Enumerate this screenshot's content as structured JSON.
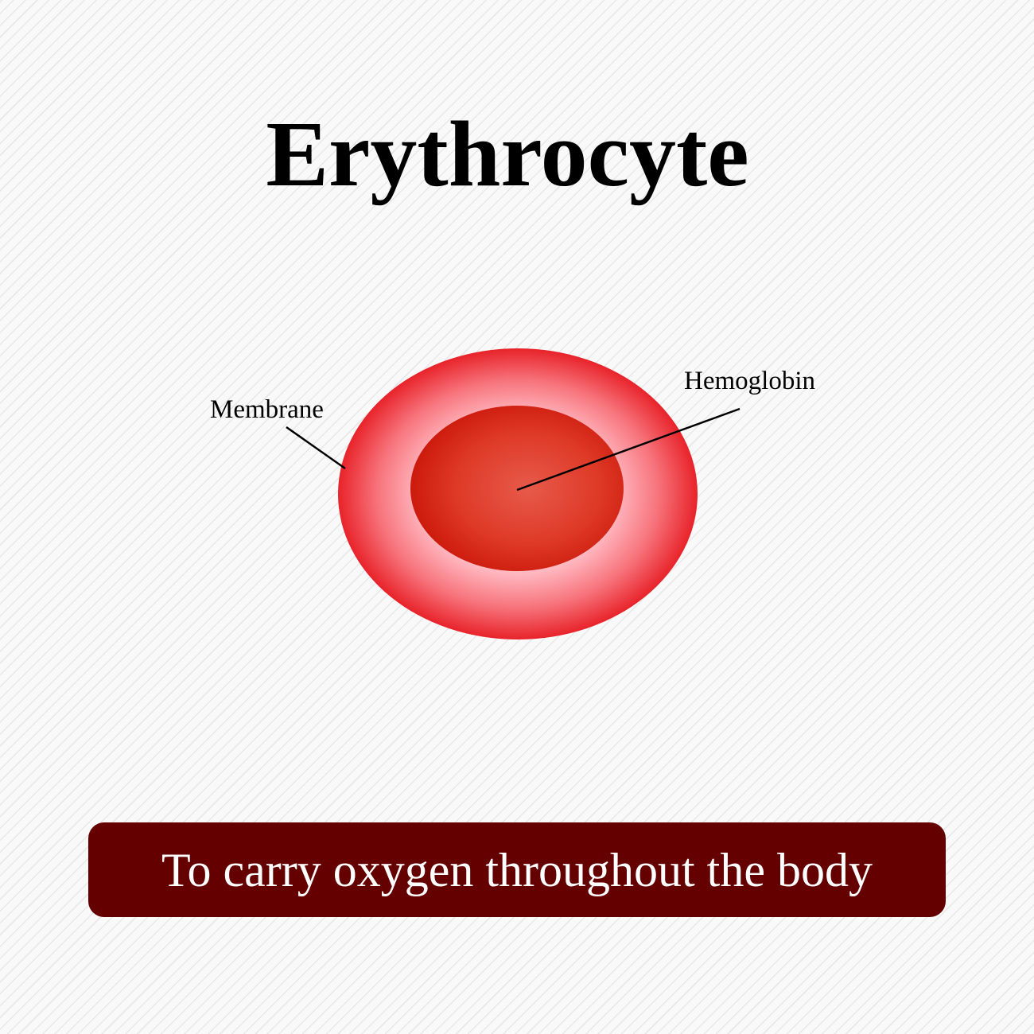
{
  "title": "Erythrocyte",
  "labels": {
    "membrane": "Membrane",
    "hemoglobin": "Hemoglobin"
  },
  "banner": {
    "text": "To carry oxygen throughout the body"
  },
  "colors": {
    "membrane_edge": "#e8232a",
    "membrane_light": "#ffbcc4",
    "hemoglobin_core": "#d11f10",
    "banner_bg": "#640000",
    "banner_text": "#ffffff",
    "leader_line": "#000000"
  }
}
